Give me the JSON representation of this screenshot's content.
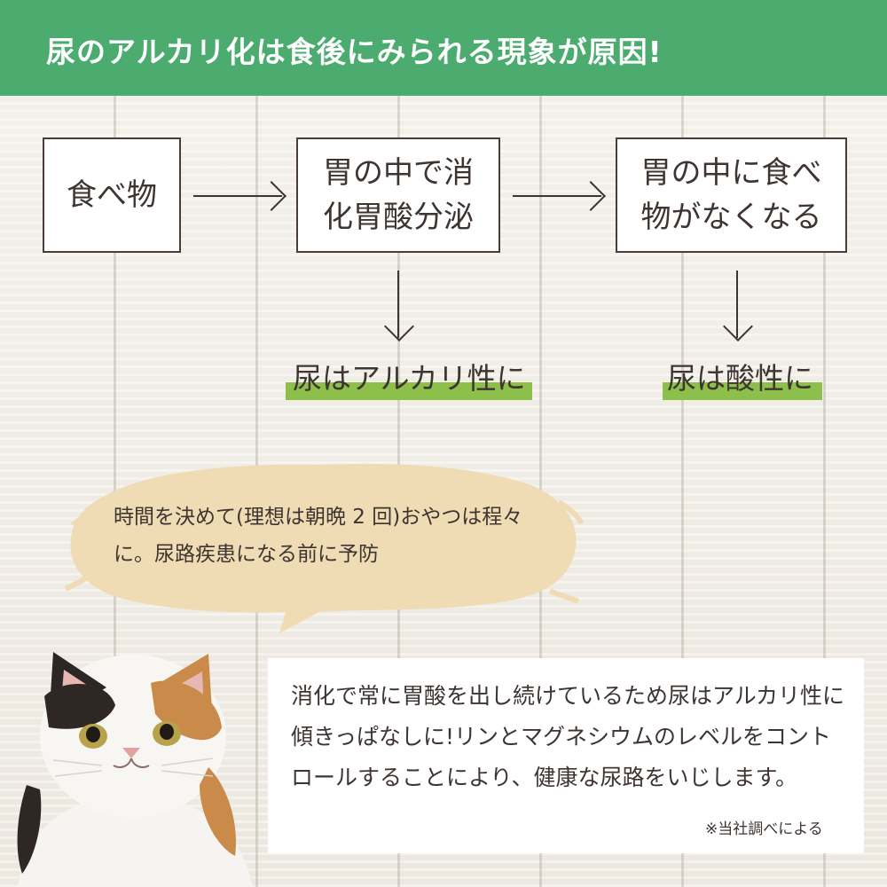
{
  "header": {
    "title": "尿のアルカリ化は食後にみられる現象が原因!",
    "color": "#4cac70"
  },
  "flow": {
    "box1": "食べ物",
    "box2": "胃の中で消\n化胃酸分泌",
    "box3": "胃の中に食べ\n物がなくなる",
    "result1": "尿はアルカリ性に",
    "result2": "尿は酸性に",
    "highlight_color": "#8cc04a"
  },
  "bubble": {
    "text": "時間を決めて(理想は朝晩 2 回)おやつは程々に。尿路疾患になる前に予防",
    "color": "#efdcb4"
  },
  "note": {
    "text": "消化で常に胃酸を出し続けているため尿はアルカリ性に傾きっぱなしに!リンとマグネシウムのレベルをコントロールすることにより、健康な尿路をいじします。",
    "footnote": "※当社調べによる"
  },
  "icons": {
    "cat": "calico-cat-illustration"
  }
}
